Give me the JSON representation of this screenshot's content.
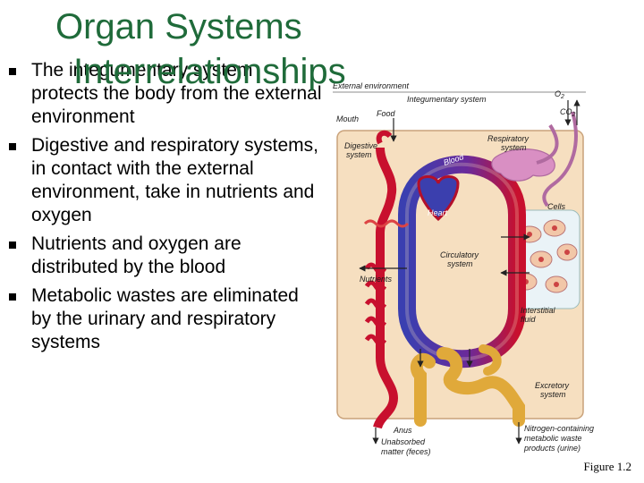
{
  "title_line1": "Organ Systems",
  "title_line2": "Interrelationships",
  "bullets": [
    "The integumentary system protects the body from the external environment",
    "Digestive and respiratory systems, in contact with the external environment, take in nutrients and oxygen",
    "Nutrients and oxygen are distributed by the blood",
    "Metabolic wastes are eliminated by the urinary and respiratory systems"
  ],
  "diagram": {
    "external_environment": "External environment",
    "integumentary_system": "Integumentary system",
    "o2": "O",
    "o2_sub": "2",
    "co2": "CO",
    "co2_sub": "2",
    "mouth": "Mouth",
    "food": "Food",
    "digestive_system_1": "Digestive",
    "digestive_system_2": "system",
    "respiratory_system_1": "Respiratory",
    "respiratory_system_2": "system",
    "blood": "Blood",
    "heart": "Heart",
    "cells": "Cells",
    "circulatory_system_1": "Circulatory",
    "circulatory_system_2": "system",
    "nutrients": "Nutrients",
    "interstitial_fluid_1": "Interstitial",
    "interstitial_fluid_2": "fluid",
    "excretory_system_1": "Excretory",
    "excretory_system_2": "system",
    "anus": "Anus",
    "unabsorbed_1": "Unabsorbed",
    "unabsorbed_2": "matter (feces)",
    "nitrogen_1": "Nitrogen-containing",
    "nitrogen_2": "metabolic waste",
    "nitrogen_3": "products (urine)"
  },
  "figure_caption": "Figure 1.2"
}
